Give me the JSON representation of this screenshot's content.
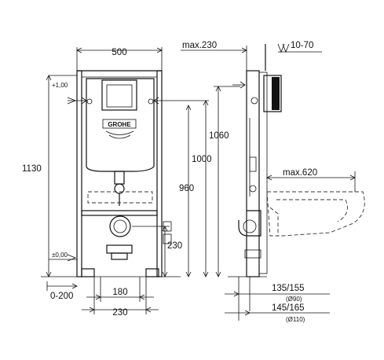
{
  "dimensions": {
    "frame_width": "500",
    "top_offset": "+1,00",
    "floor_offset": "±0,00",
    "total_height": "1130",
    "height_1060": "1060",
    "height_1000": "1000",
    "height_960": "960",
    "height_230": "230",
    "adjust_0_200": "0-200",
    "spacing_180": "180",
    "spacing_230": "230",
    "max_230": "max.230",
    "range_10_70": "10-70",
    "max_620": "max.620",
    "pipe_135_155": "135/155",
    "pipe_d90": "(Ø90)",
    "pipe_145_165": "145/165",
    "pipe_d110": "(Ø110)"
  },
  "brand": {
    "logo_text": "GROHE"
  }
}
